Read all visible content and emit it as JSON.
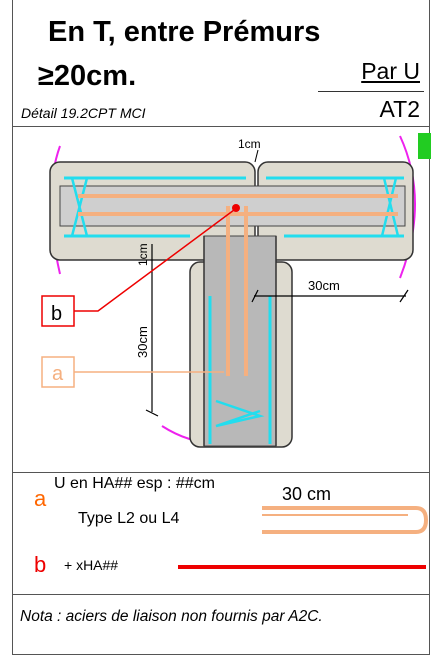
{
  "header": {
    "title_line1": "En T, entre Prémurs",
    "title_line2": "≥20cm.",
    "detail_ref": "Détail 19.2CPT MCI",
    "unit": "Par U",
    "code": "AT2"
  },
  "diagram": {
    "joint_label": "1cm",
    "dim_right": "30cm",
    "dim_vertical_top": "1cm",
    "dim_vertical_left": "30cm",
    "callout_b": "b",
    "callout_a": "a",
    "colors": {
      "concrete": "#dedbd0",
      "core": "#b8b8b8",
      "cyan_rebar": "#22ddee",
      "orange_rebar": "#f5b080",
      "red_rebar": "#ee0000",
      "magenta_arc": "#ee22ee",
      "green_tag": "#22cc22"
    }
  },
  "legend": {
    "a": {
      "letter": "a",
      "line1": "U en HA## esp : ##cm",
      "line2": "Type L2 ou L4",
      "dim": "30 cm"
    },
    "b": {
      "letter": "b",
      "text": "+ xHA##"
    }
  },
  "nota": "Nota : aciers de liaison non fournis par A2C."
}
